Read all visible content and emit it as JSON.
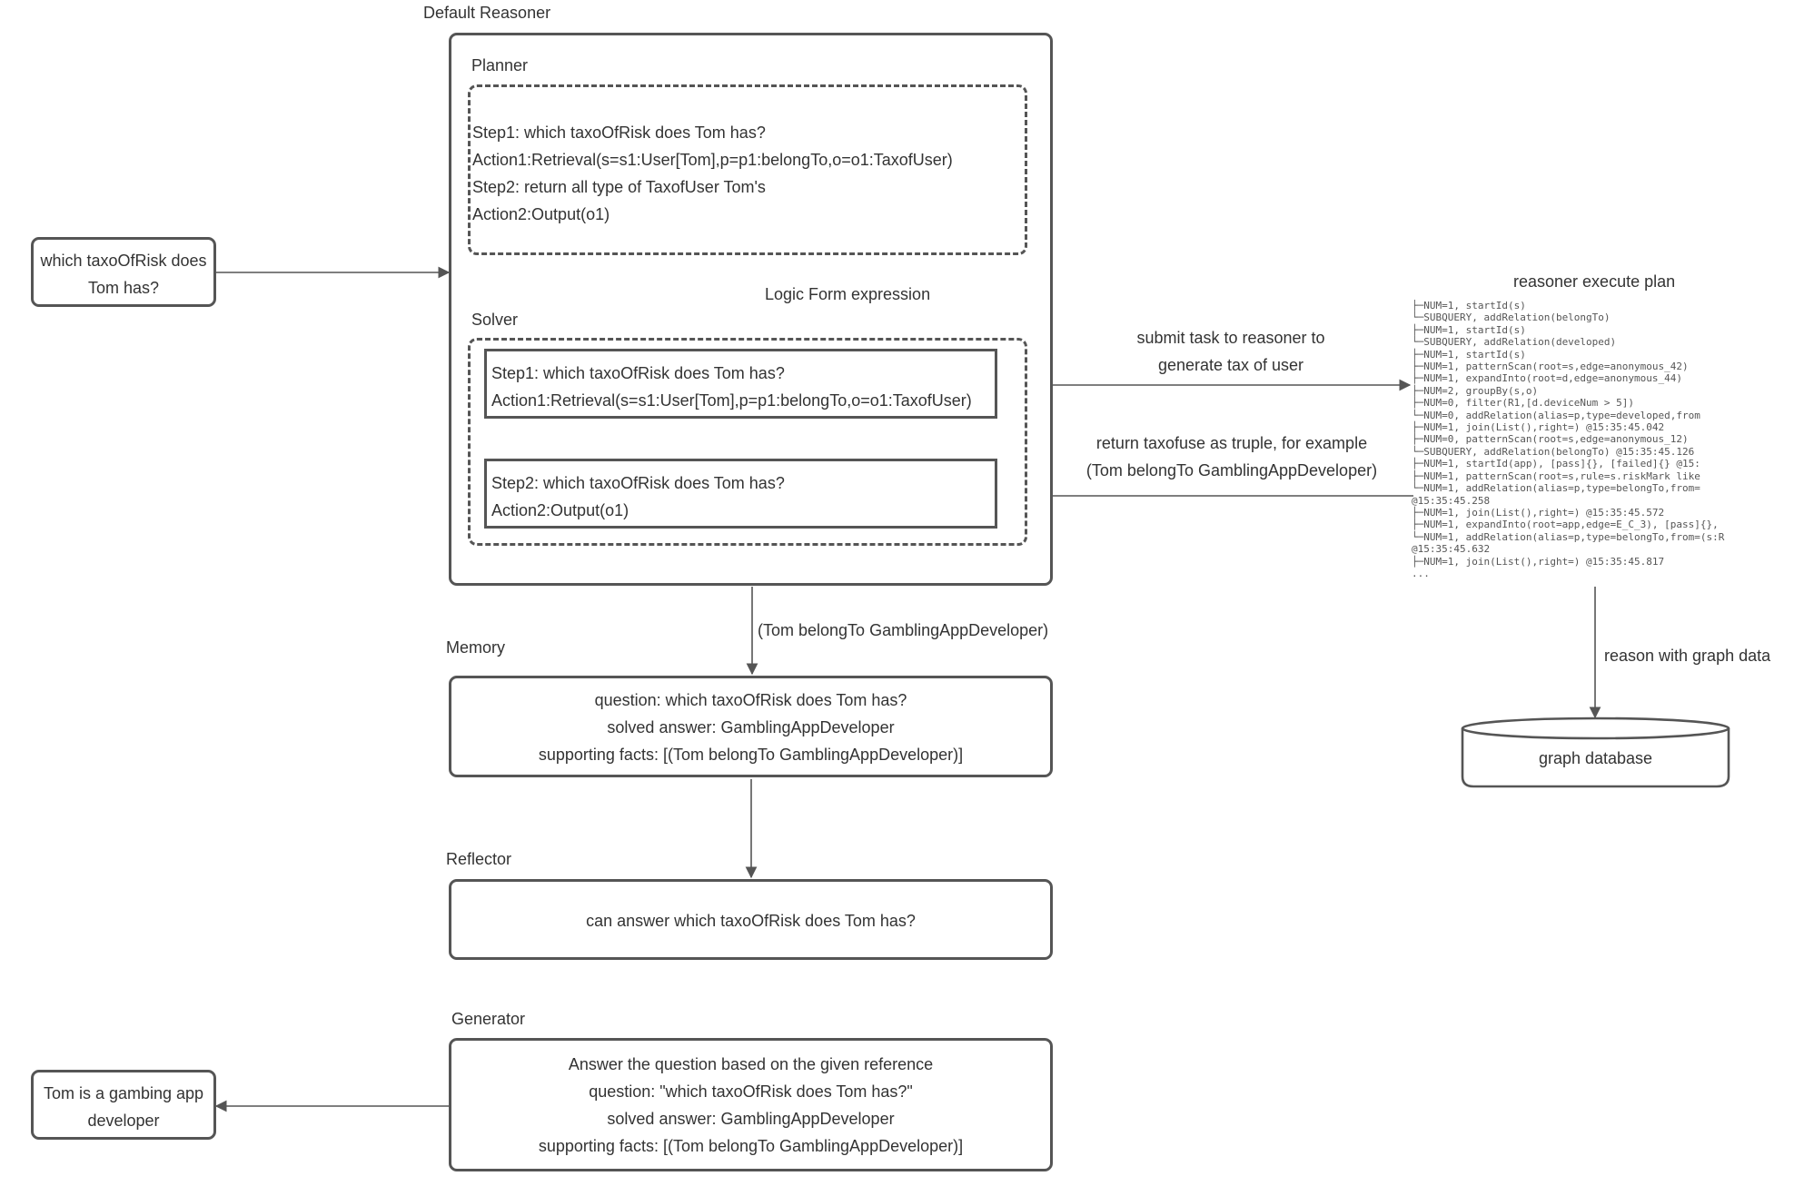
{
  "reasoner": {
    "title": "Default Reasoner",
    "planner": {
      "title": "Planner",
      "lines": [
        "Step1: which taxoOfRisk does Tom has?",
        "Action1:Retrieval(s=s1:User[Tom],p=p1:belongTo,o=o1:TaxofUser)",
        "Step2: return all type of TaxofUser Tom's",
        "Action2:Output(o1)"
      ]
    },
    "logic_form_label": "Logic Form expression",
    "solver": {
      "title": "Solver",
      "step1": [
        "Step1: which taxoOfRisk does Tom has?",
        "Action1:Retrieval(s=s1:User[Tom],p=p1:belongTo,o=o1:TaxofUser)"
      ],
      "step2": [
        "Step2: which taxoOfRisk does Tom has?",
        "Action2:Output(o1)"
      ]
    }
  },
  "input_question": [
    "which taxoOfRisk does",
    "Tom has?"
  ],
  "submit_label": [
    "submit task to reasoner to",
    "generate tax of user"
  ],
  "return_label": [
    "return taxofuse as truple, for example",
    "(Tom belongTo GamblingAppDeveloper)"
  ],
  "execute_plan": {
    "title": "reasoner execute plan",
    "lines": [
      "├─NUM=1, startId(s)",
      "└─SUBQUERY, addRelation(belongTo)",
      "    ├─NUM=1, startId(s)",
      "    └─SUBQUERY, addRelation(developed)",
      "        ├─NUM=1, startId(s)",
      "        ├─NUM=1, patternScan(root=s,edge=anonymous_42)",
      "        ├─NUM=1, expandInto(root=d,edge=anonymous_44)",
      "        ├─NUM=2, groupBy(s,o)",
      "        ├─NUM=0, filter(R1,[d.deviceNum > 5])",
      "        └─NUM=0, addRelation(alias=p,type=developed,from",
      "    ├─NUM=1, join(List(),right=) @15:35:45.042",
      "    ├─NUM=0, patternScan(root=s,edge=anonymous_12)",
      "    └─SUBQUERY, addRelation(belongTo) @15:35:45.126",
      "        ├─NUM=1, startId(app), [pass]{}, [failed]{} @15:",
      "        ├─NUM=1, patternScan(root=s,rule=s.riskMark like",
      "        └─NUM=1, addRelation(alias=p,type=belongTo,from=",
      "@15:35:45.258",
      "    ├─NUM=1, join(List(),right=) @15:35:45.572",
      "    ├─NUM=1, expandInto(root=app,edge=E_C_3), [pass]{},",
      "    └─NUM=1, addRelation(alias=p,type=belongTo,from=(s:R",
      "@15:35:45.632",
      "├─NUM=1, join(List(),right=) @15:35:45.817",
      "..."
    ]
  },
  "graph_label": "reason with graph data",
  "graph_database": "graph database",
  "memory": {
    "title": "Memory",
    "edge_label": "(Tom belongTo GamblingAppDeveloper)",
    "lines": [
      "question: which taxoOfRisk does Tom has?",
      "solved answer: GamblingAppDeveloper",
      "supporting facts: [(Tom belongTo GamblingAppDeveloper)]"
    ]
  },
  "reflector": {
    "title": "Reflector",
    "text": "can answer which taxoOfRisk does Tom has?"
  },
  "generator": {
    "title": "Generator",
    "lines": [
      "Answer the question based on the given reference",
      "question: \"which taxoOfRisk does Tom has?\"",
      "solved answer: GamblingAppDeveloper",
      "supporting facts: [(Tom belongTo GamblingAppDeveloper)]"
    ]
  },
  "output_answer": [
    "Tom is a gambing app",
    "developer"
  ]
}
